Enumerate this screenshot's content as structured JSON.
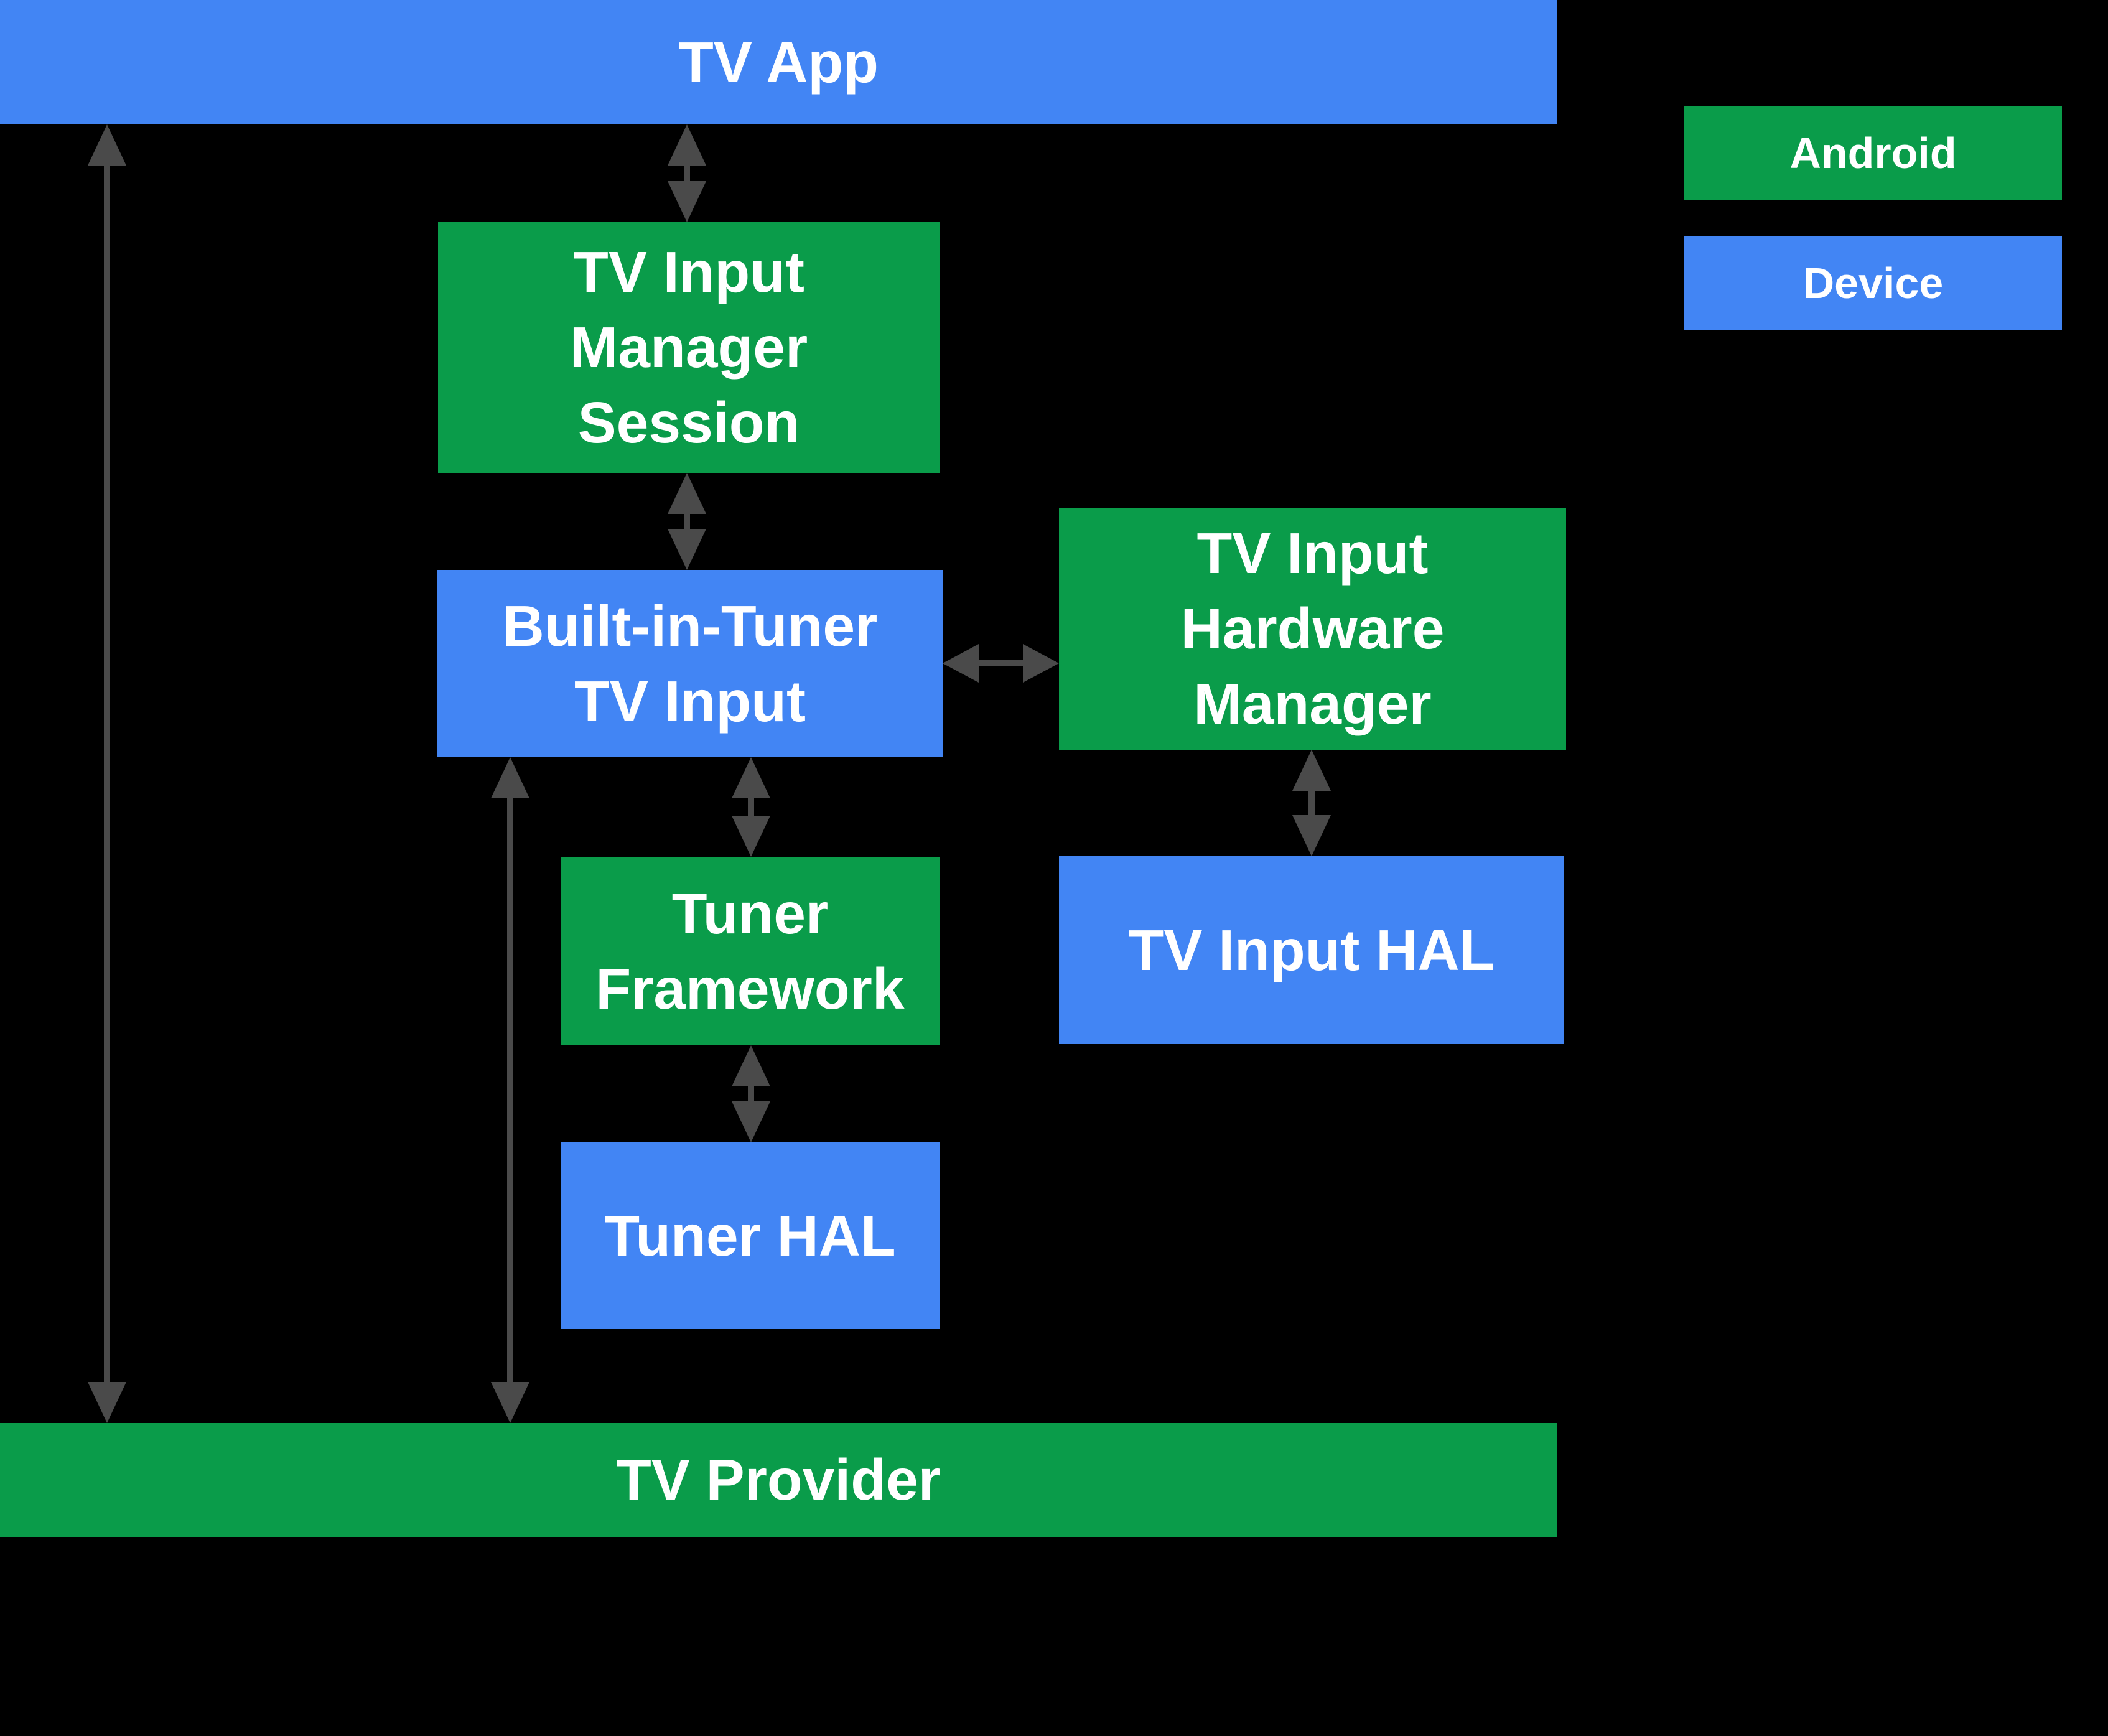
{
  "diagram": {
    "nodes": {
      "tv_app": {
        "label": "TV App",
        "category": "Device"
      },
      "tv_input_manager_session": {
        "label": "TV Input\nManager\nSession",
        "category": "Android"
      },
      "built_in_tuner_tv_input": {
        "label": "Built-in-Tuner\nTV Input",
        "category": "Device"
      },
      "tv_input_hardware_manager": {
        "label": "TV Input\nHardware\nManager",
        "category": "Android"
      },
      "tuner_framework": {
        "label": "Tuner\nFramework",
        "category": "Android"
      },
      "tv_input_hal": {
        "label": "TV Input HAL",
        "category": "Device"
      },
      "tuner_hal": {
        "label": "Tuner HAL",
        "category": "Device"
      },
      "tv_provider": {
        "label": "TV Provider",
        "category": "Android"
      }
    },
    "legend": {
      "android": {
        "label": "Android",
        "color": "#0a9c4a"
      },
      "device": {
        "label": "Device",
        "color": "#4285f4"
      }
    },
    "edges": [
      {
        "from": "tv_app",
        "to": "tv_provider",
        "type": "bidirectional"
      },
      {
        "from": "tv_app",
        "to": "tv_input_manager_session",
        "type": "bidirectional"
      },
      {
        "from": "tv_input_manager_session",
        "to": "built_in_tuner_tv_input",
        "type": "bidirectional"
      },
      {
        "from": "built_in_tuner_tv_input",
        "to": "tv_input_hardware_manager",
        "type": "bidirectional"
      },
      {
        "from": "built_in_tuner_tv_input",
        "to": "tuner_framework",
        "type": "bidirectional"
      },
      {
        "from": "built_in_tuner_tv_input",
        "to": "tv_provider",
        "type": "bidirectional"
      },
      {
        "from": "tuner_framework",
        "to": "tuner_hal",
        "type": "bidirectional"
      },
      {
        "from": "tv_input_hardware_manager",
        "to": "tv_input_hal",
        "type": "bidirectional"
      }
    ],
    "colors": {
      "android_green": "#0a9c4a",
      "device_blue": "#4285f4",
      "arrow_gray": "#4a4a4a",
      "background": "#000000",
      "text": "#ffffff"
    }
  }
}
